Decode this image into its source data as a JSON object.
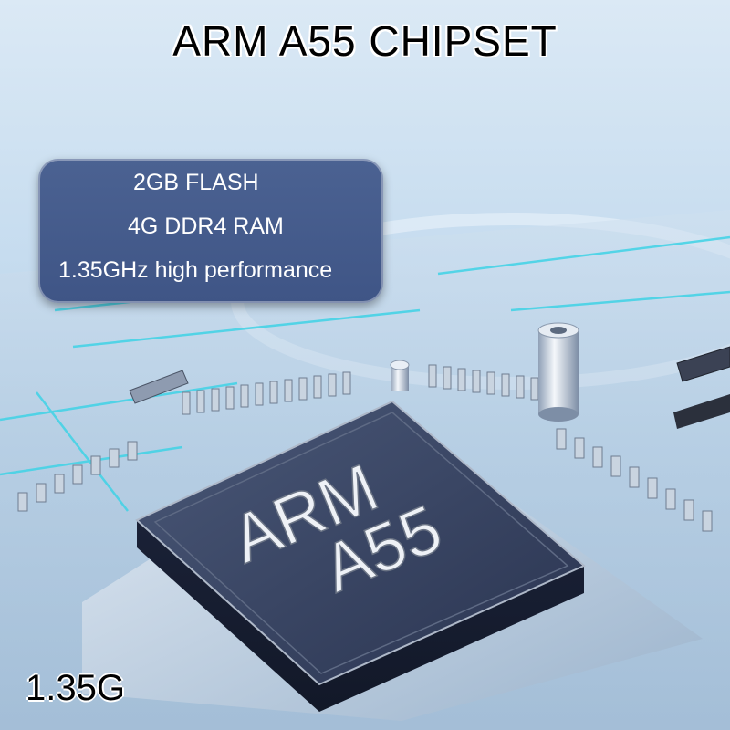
{
  "headline": "ARM A55 CHIPSET",
  "specs": {
    "line1": "2GB FLASH",
    "line2": "4G DDR4 RAM",
    "line3": "1.35GHz high performance"
  },
  "chip": {
    "line1": "ARM",
    "line2": "A55"
  },
  "frequency_label": "1.35G",
  "colors": {
    "card": "#44598a",
    "chip": "#34405c",
    "accent_trace": "#3fd3e6"
  }
}
